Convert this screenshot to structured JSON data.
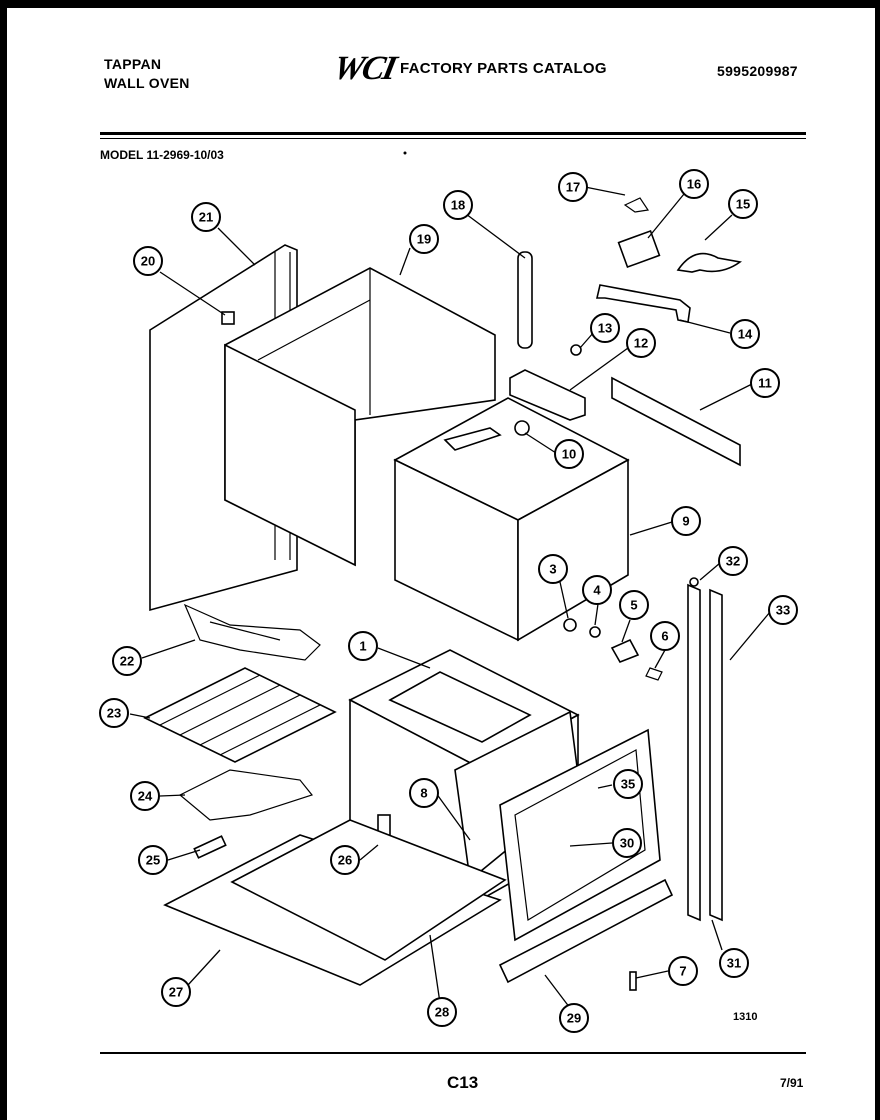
{
  "header": {
    "brand": "TAPPAN",
    "product": "WALL OVEN",
    "logo": "WCI",
    "catalog_title": "FACTORY PARTS CATALOG",
    "catalog_number": "5995209987",
    "model": "MODEL 11-2969-10/03"
  },
  "diagram": {
    "figure_code": "1310",
    "callouts": [
      "1",
      "3",
      "4",
      "5",
      "6",
      "7",
      "8",
      "9",
      "10",
      "11",
      "12",
      "13",
      "14",
      "15",
      "16",
      "17",
      "18",
      "19",
      "20",
      "21",
      "22",
      "23",
      "24",
      "25",
      "26",
      "27",
      "28",
      "29",
      "30",
      "31",
      "32",
      "33",
      "35"
    ]
  },
  "footer": {
    "page": "C13",
    "date": "7/91"
  }
}
